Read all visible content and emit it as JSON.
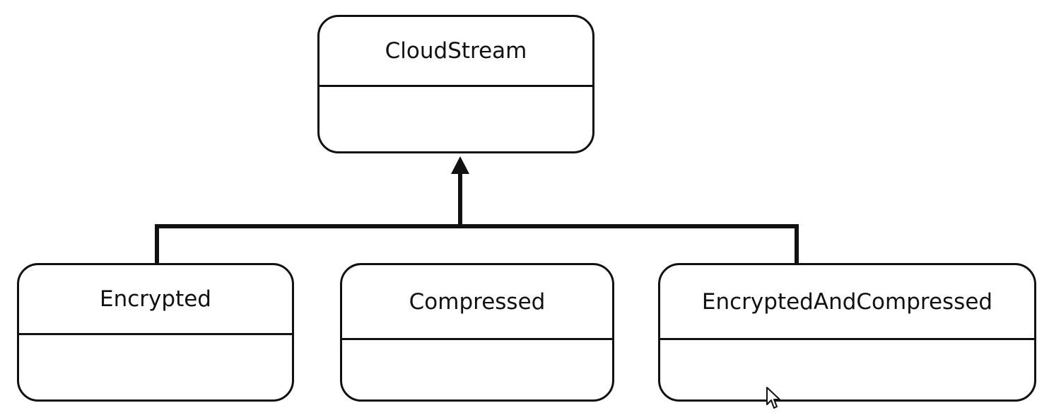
{
  "diagram": {
    "type": "uml-class-hierarchy",
    "parent": {
      "name": "CloudStream",
      "attributes": []
    },
    "children": [
      {
        "name": "Encrypted",
        "attributes": []
      },
      {
        "name": "Compressed",
        "attributes": []
      },
      {
        "name": "EncryptedAndCompressed",
        "attributes": []
      }
    ],
    "relationship": "inheritance",
    "colors": {
      "stroke": "#111111",
      "fill": "#ffffff"
    }
  },
  "cursor": {
    "icon": "mouse-pointer-icon"
  }
}
